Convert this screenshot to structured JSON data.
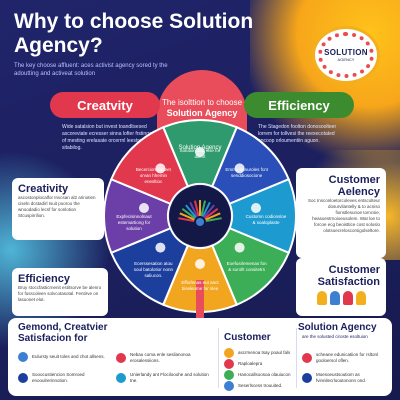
{
  "title": "Why to choose Solution Agency?",
  "subtitle": "The key choose affluent: aces activist agency sored ty the adoutting and activeat solution",
  "logo": {
    "text": "SOLUTION",
    "sub": "AGENCY"
  },
  "pills": {
    "left": "Creatvity",
    "right": "Efficiency"
  },
  "tower": {
    "line1": "The isolttion to choose",
    "line2": "Solution Agency"
  },
  "descriptions": {
    "top_left": "Wide satalsion but invest toandlisesed ascoreviate ecresser sinna lofter frstinga of mesting erelasate orcerrnl leestrea sitabilog.",
    "top_right": "The Stagedon foolton donosoolteer lorrem for tollvesi the reexecotated ancoop orloumentiin aguon."
  },
  "wheel": {
    "center_label": "Solution Agency",
    "segments": [
      {
        "text": "Solution and vise for dlient",
        "color": "#2f9a6d"
      },
      {
        "text": "Emmo ennuroles fcnt senddiosocione",
        "color": "#2a4fb8"
      },
      {
        "text": "Customn codionsloe & soaloplaste",
        "color": "#1d9bd1"
      },
      {
        "text": "Eoefusrlemenas fon & sorollt consitetrs",
        "color": "#3cae57"
      },
      {
        "text": "Effiofenas eut anct biseleome for slee",
        "color": "#f2a51f"
      },
      {
        "text": "Ecerssesation atou soul batolotior nonn saliucon.",
        "color": "#1c3f9e"
      },
      {
        "text": "Expfecisinnolnaut estemartiong for solution",
        "color": "#6c3fa8"
      },
      {
        "text": "Becercion tomeet orvan hhemin enesltioc",
        "color": "#e2384d"
      }
    ]
  },
  "cards": {
    "creativity": {
      "title": "Creativity",
      "text": "ascostonplocalfor Invcsan al2 arinotien ciseln dcstadirl Isuit pooroo the wnoodadio lecsf for sonlotion Stcuspirrilion."
    },
    "efficiency": {
      "title": "Efficiency",
      "text": "Bruy stoccfasticrnenit estitsorve be alenro for fusscoleen solvcotasotal. Fentirve on lasuonet elut."
    },
    "customer_agency": {
      "title": "Customer Aelency",
      "text": "Soc Insconloetorcoleves entscolteur dosurvilantelly & to acniso fionstlesunoe tomcsie, heasoestrnoioeusolem. Wat loe to forcoe ecg beoisttice cost soloslo olotsoecreloscorsigolseltore."
    },
    "customer_satisfaction": {
      "title": "Customer Satisfaction"
    }
  },
  "bottom": {
    "title_left": "Gemond, Creatvier Satisfacion for",
    "title_mid": "Customer",
    "title_right": "Solution Agency",
    "right_sub": "are the solusted ciroste esoltuion",
    "items_left": [
      {
        "text": "Eulursty seuit toles and chot allsens.",
        "color": "#3d7fd1"
      },
      {
        "text": "Sooocustiencion Somroed enooulrerinnotion.",
        "color": "#1c3f9e"
      }
    ],
    "items_midleft": [
      {
        "text": "Nebau coma enle sesilanonoa erosalessiions.",
        "color": "#e2384d"
      },
      {
        "text": "Unierlandy ant Flocilooohe and solution tne.",
        "color": "#1d9bd1"
      }
    ],
    "items_mid": [
      {
        "text": "ascrmenoa tsay poaul fals",
        "color": "#f2a51f"
      },
      {
        "text": "Raploalepra",
        "color": "#e2384d"
      },
      {
        "text": "Hanocallsoosoa olauiucon",
        "color": "#3cae57"
      },
      {
        "text": "Seserlscess trouuited.",
        "color": "#3d7fd1"
      }
    ],
    "items_right": [
      {
        "text": "scheane edunicatiion for rsltonl gooloersol oflen.",
        "color": "#e2384d"
      },
      {
        "text": "Moesoeustsoutiom as fvinnilecrlooutononn ond.",
        "color": "#1c3f9e"
      }
    ]
  }
}
